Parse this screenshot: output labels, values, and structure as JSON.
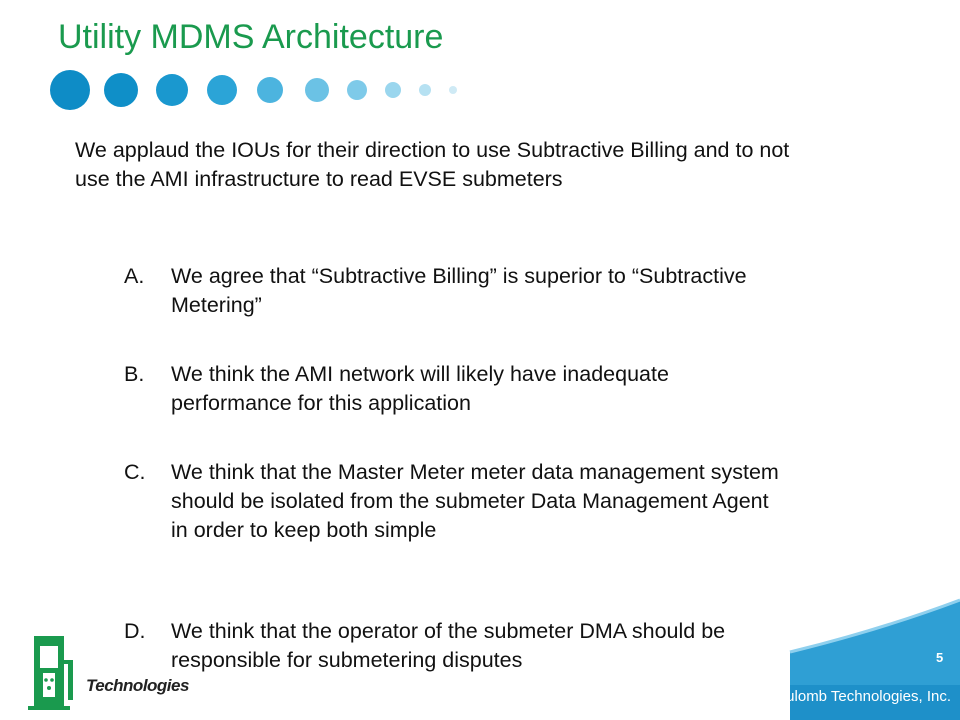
{
  "slide": {
    "title": "Utility MDMS Architecture",
    "intro": "We applaud the IOUs for their direction to use Subtractive Billing and to not use the AMI infrastructure to read EVSE submeters",
    "items": [
      {
        "letter": "A.",
        "text": "We agree that “Subtractive Billing” is superior to “Subtractive Metering”"
      },
      {
        "letter": "B.",
        "text": "We think the AMI network will likely have inadequate performance for this application"
      },
      {
        "letter": "C.",
        "text": "We think that the Master Meter meter data management system should be isolated from the submeter Data Management Agent in order to keep both simple"
      },
      {
        "letter": "D.",
        "text": "We think that the operator of the submeter DMA should be responsible for submetering disputes"
      }
    ],
    "page_number": "5",
    "company": "Coulomb Technologies, Inc.",
    "logo_text": "Technologies"
  },
  "colors": {
    "title": "#1a9a4e",
    "dot_dark": "#0f8ec6",
    "dot_light": "#c9e7f4",
    "footer_blue": "#2f9fd4"
  },
  "icons": [
    "dots-decoration",
    "coulomb-logo-icon"
  ]
}
